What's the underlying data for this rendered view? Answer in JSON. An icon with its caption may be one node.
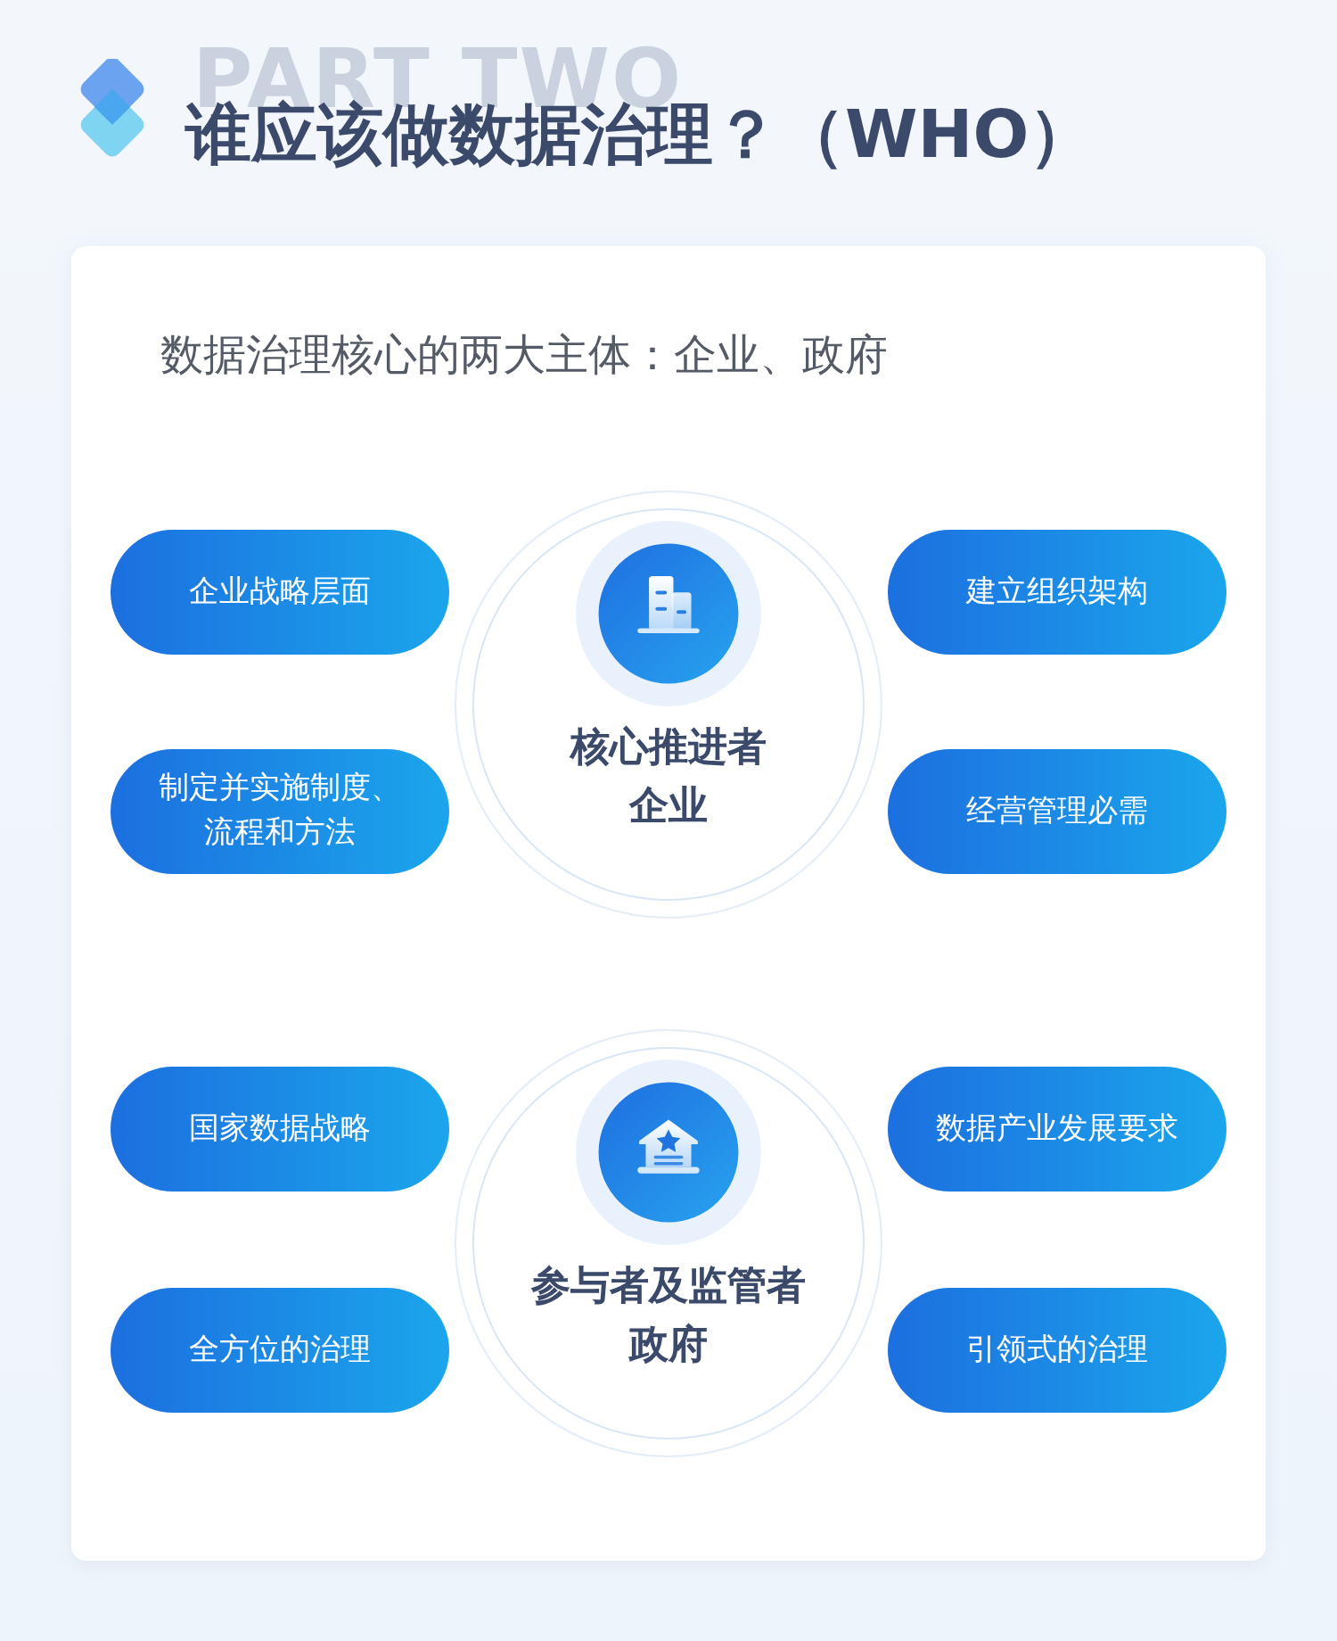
{
  "diagram": {
    "title": "谁应该做数据治理？（WHO）",
    "nodes": [
      {
        "text": [
          "数据治理核心的两大主体：企业、政府"
        ]
      },
      {
        "text": [
          "企业战略层面"
        ],
        "in": 0
      },
      {
        "text": [
          "核心推进者",
          "企业"
        ],
        "in": 0
      },
      {
        "text": [
          "建立组织架构"
        ],
        "in": 0
      },
      {
        "text": [
          "制定并实施制度、流程和方法"
        ],
        "in": 0
      },
      {
        "text": [
          "经营管理必需"
        ],
        "in": 0
      },
      {
        "text": [
          "国家数据战略"
        ],
        "in": 0
      },
      {
        "text": [
          "参与者及监管者",
          "政府"
        ],
        "in": 0
      },
      {
        "text": [
          "数据产业发展要求"
        ],
        "in": 0
      },
      {
        "text": [
          "全方位的治理"
        ],
        "in": 0
      },
      {
        "text": [
          "引领式的治理"
        ],
        "in": 0
      }
    ],
    "labels": [
      "PART TWO"
    ]
  }
}
